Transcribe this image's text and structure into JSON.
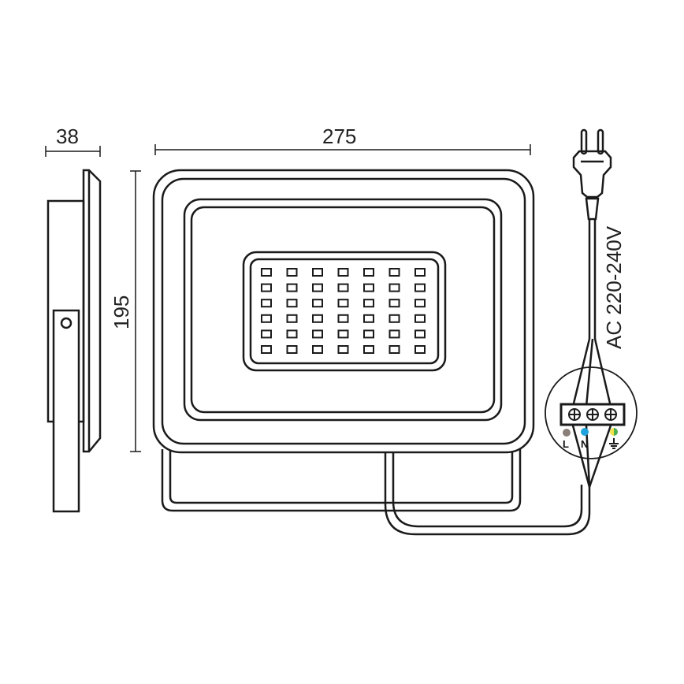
{
  "diagram": {
    "type": "technical_drawing",
    "subject": "LED floodlight dimensional drawing",
    "dimensions": {
      "depth": "38",
      "width": "275",
      "height": "195"
    },
    "power_label": "AC 220-240V",
    "led_grid": {
      "rows": 6,
      "cols": 7
    },
    "terminal": {
      "labels": [
        "L",
        "N",
        "⏚"
      ],
      "colors": {
        "L": "#8a7f78",
        "N": "#1fa3dc",
        "earth_yellow": "#f0e04a",
        "earth_green": "#4caf50"
      }
    },
    "line_color": "#1a1a1a"
  }
}
